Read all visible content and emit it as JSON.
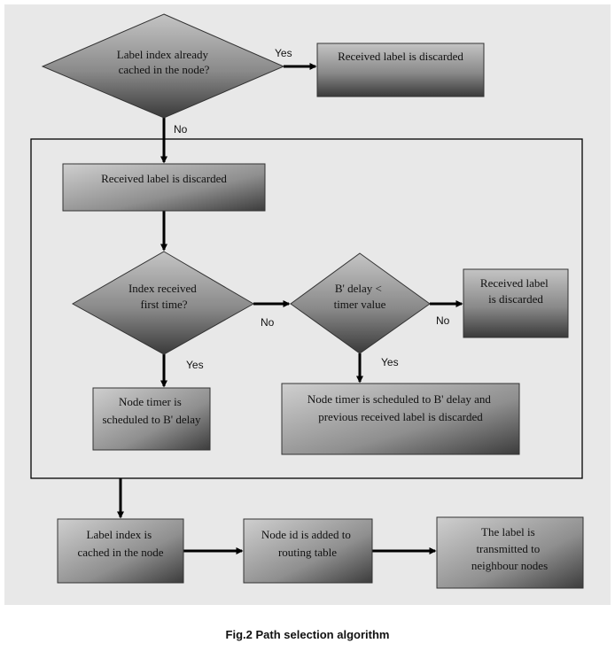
{
  "diagram": {
    "nodes": {
      "decision_cached": {
        "lines": [
          "Label index already",
          "cached in the node?"
        ]
      },
      "box_discard_top": {
        "lines": [
          "Received label is discarded"
        ]
      },
      "box_discard_inner": {
        "lines": [
          "Received label is discarded"
        ]
      },
      "decision_first_time": {
        "lines": [
          "Index received",
          "first time?"
        ]
      },
      "decision_delay": {
        "lines": [
          "B' delay <",
          "timer value"
        ]
      },
      "box_discard_right": {
        "lines": [
          "Received label",
          "is discarded"
        ]
      },
      "box_timer": {
        "lines": [
          "Node timer is",
          "scheduled to B' delay"
        ]
      },
      "box_timer_discard": {
        "lines": [
          "Node timer is scheduled to B' delay and",
          "previous received label is discarded"
        ]
      },
      "box_cached": {
        "lines": [
          "Label index is",
          "cached in the node"
        ]
      },
      "box_routing": {
        "lines": [
          "Node id is added to",
          "routing table"
        ]
      },
      "box_transmit": {
        "lines": [
          "The label is",
          "transmitted to",
          "neighbour nodes"
        ]
      }
    },
    "edge_labels": {
      "cached_yes": "Yes",
      "cached_no": "No",
      "first_no": "No",
      "first_yes": "Yes",
      "delay_no": "No",
      "delay_yes": "Yes"
    }
  },
  "caption": "Fig.2 Path selection algorithm"
}
